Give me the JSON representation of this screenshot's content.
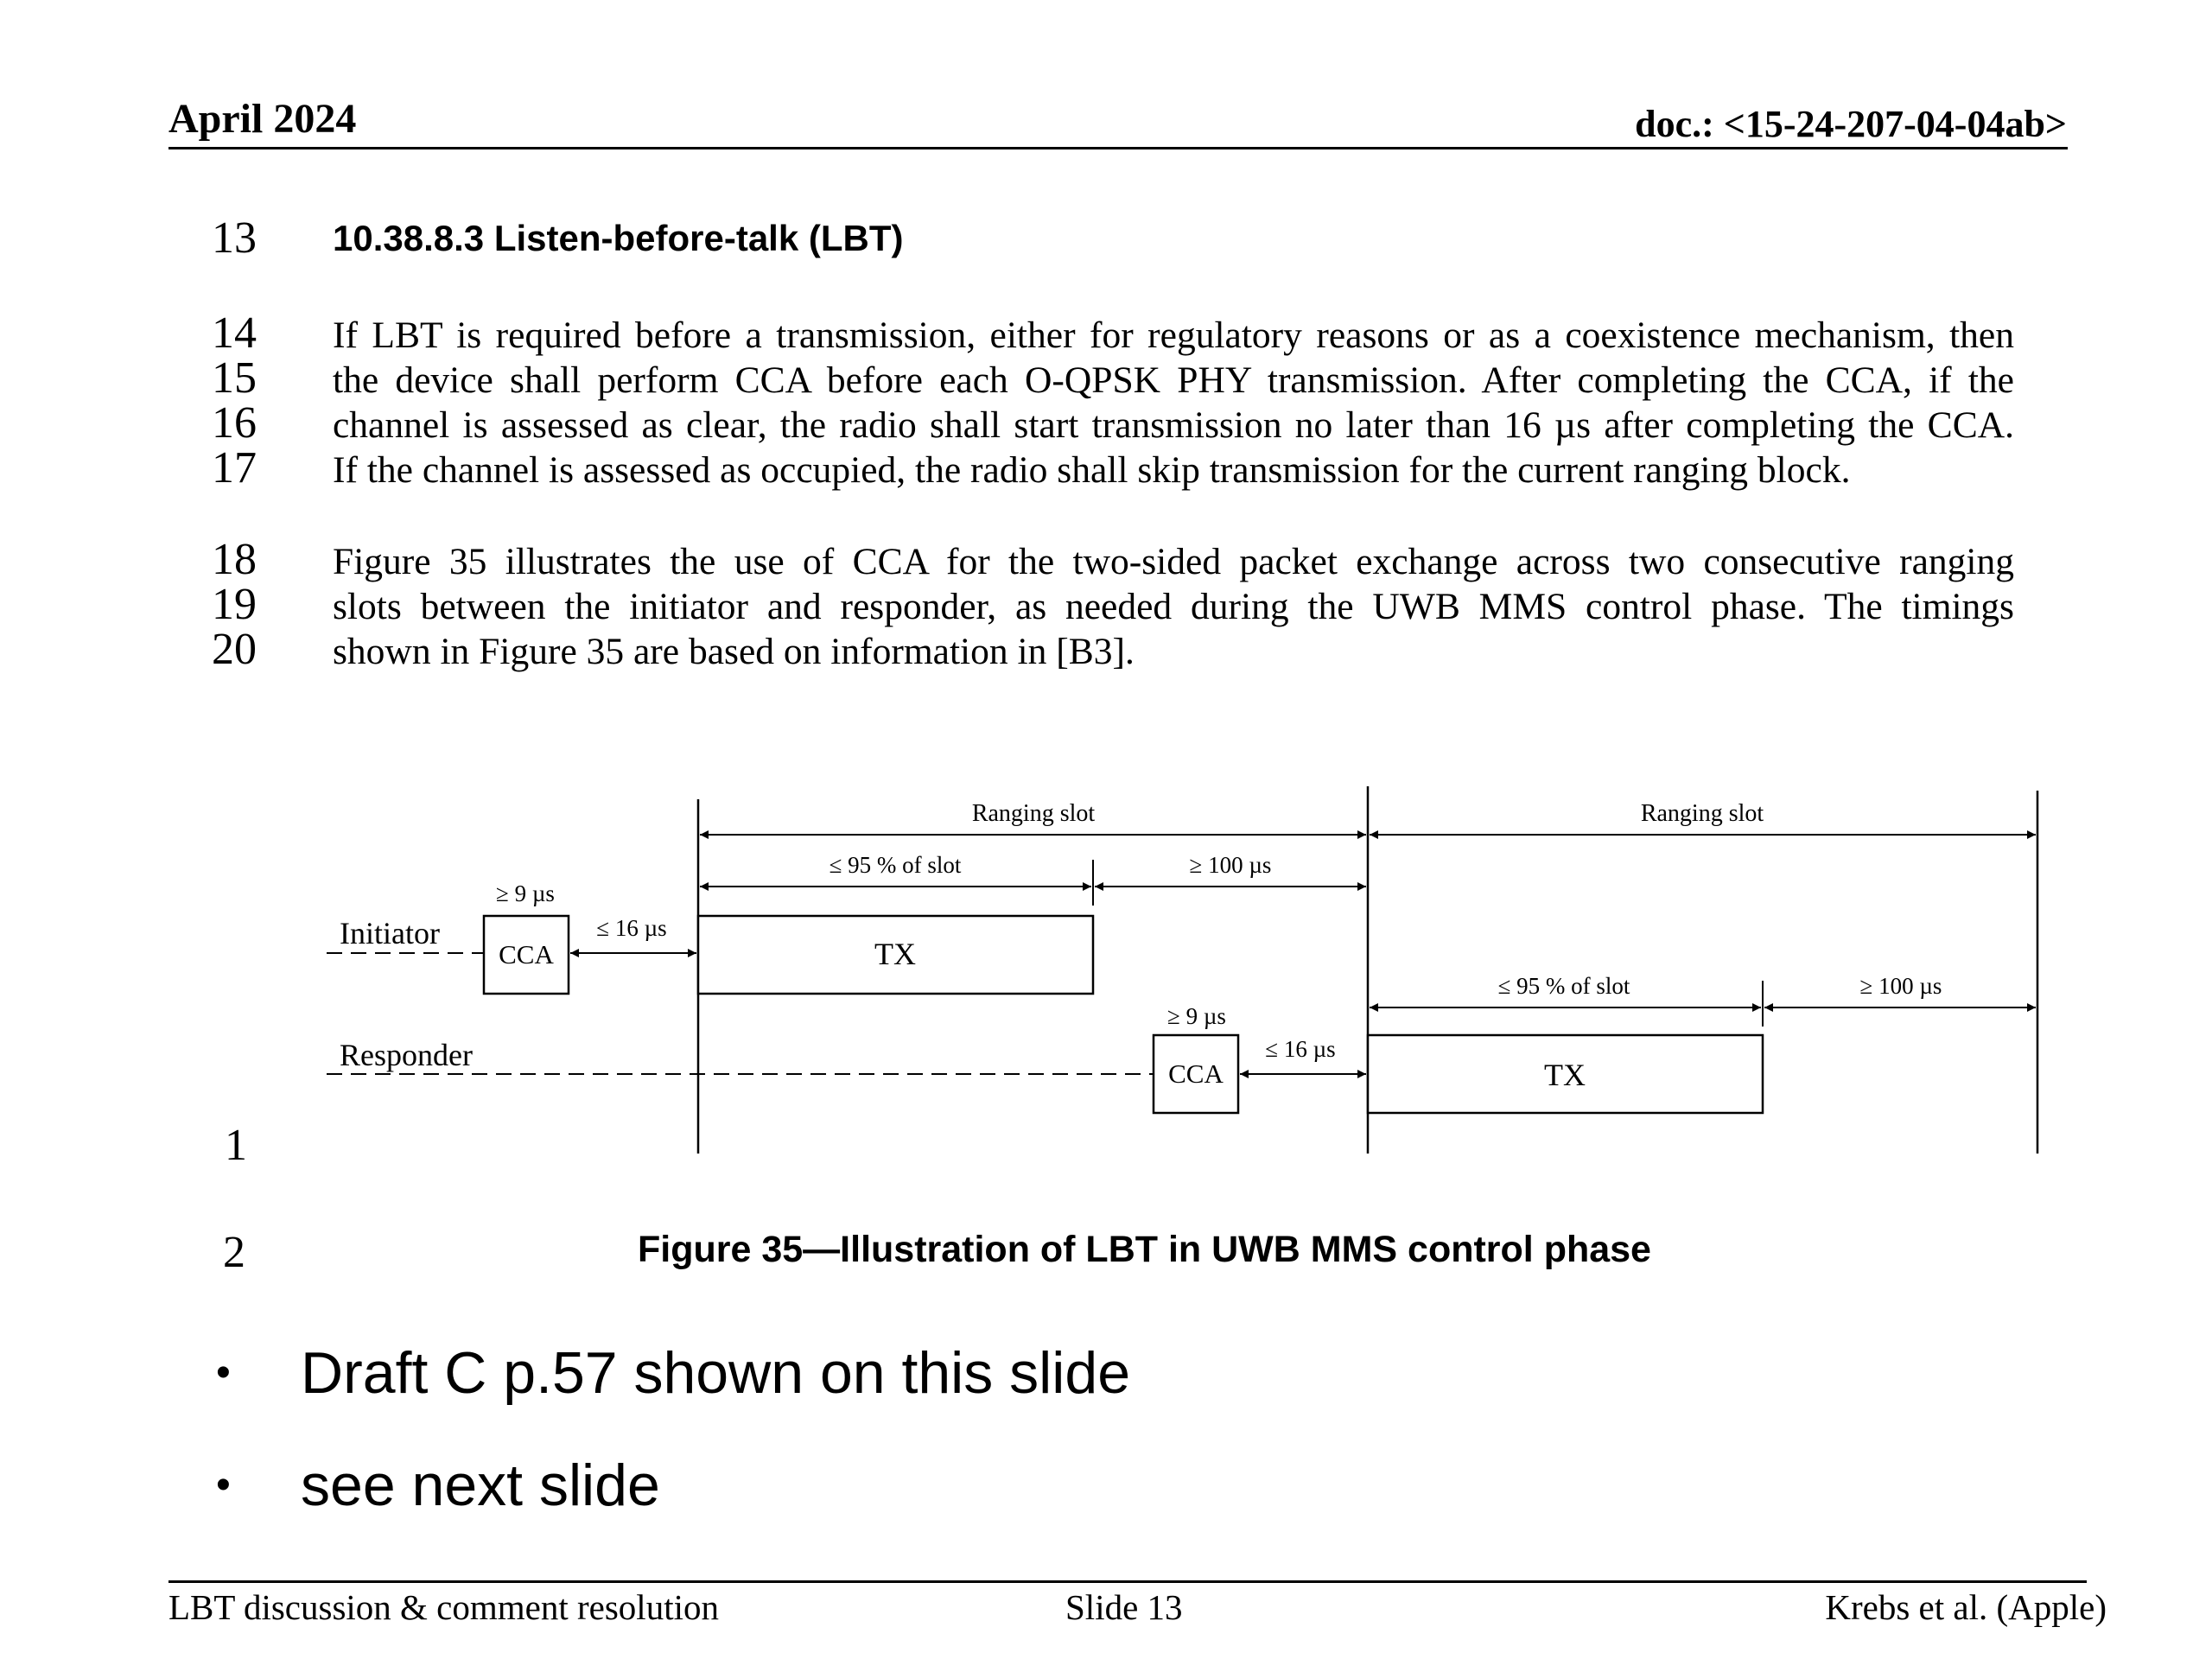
{
  "header": {
    "date": "April 2024",
    "doc": "doc.: <15-24-207-04-04ab>"
  },
  "section": {
    "heading": "10.38.8.3 Listen-before-talk (LBT)",
    "line_numbers": [
      "13",
      "14",
      "15",
      "16",
      "17",
      "18",
      "19",
      "20",
      "1",
      "2"
    ]
  },
  "paragraph1": {
    "lines": [
      "If LBT is required before a transmission, either for regulatory reasons or as a coexistence mechanism, then",
      "the device shall perform CCA before each O-QPSK PHY transmission. After completing the CCA, if the",
      "channel is assessed as clear, the radio shall start transmission no later than 16 µs after completing the CCA.",
      "If the channel is assessed as occupied, the radio shall skip transmission for the current ranging block."
    ]
  },
  "paragraph2": {
    "lines": [
      "Figure 35 illustrates the use of CCA for the two-sided packet exchange across two consecutive ranging",
      "slots between the initiator and responder, as needed during the UWB MMS control phase. The timings",
      "shown in Figure 35 are based on information in [B3]."
    ]
  },
  "figure": {
    "ranging_slot_1": "Ranging slot",
    "ranging_slot_2": "Ranging slot",
    "slot_pct_1": "≤ 95 % of slot",
    "gap_1": "≥ 100 µs",
    "slot_pct_2": "≤ 95 % of slot",
    "gap_2": "≥ 100 µs",
    "cca_min_1": "≥ 9 µs",
    "cca_min_2": "≥ 9 µs",
    "turnaround_1": "≤ 16 µs",
    "turnaround_2": "≤ 16 µs",
    "initiator": "Initiator",
    "responder": "Responder",
    "cca_1": "CCA",
    "cca_2": "CCA",
    "tx_1": "TX",
    "tx_2": "TX",
    "caption": "Figure 35—Illustration of LBT in UWB MMS control phase"
  },
  "bullets": [
    {
      "marker": "•",
      "text": "Draft C p.57 shown on this slide"
    },
    {
      "marker": "•",
      "text": "see next slide"
    }
  ],
  "footer": {
    "left": "LBT discussion & comment resolution",
    "center": "Slide 13",
    "right": "Krebs et al. (Apple)"
  }
}
